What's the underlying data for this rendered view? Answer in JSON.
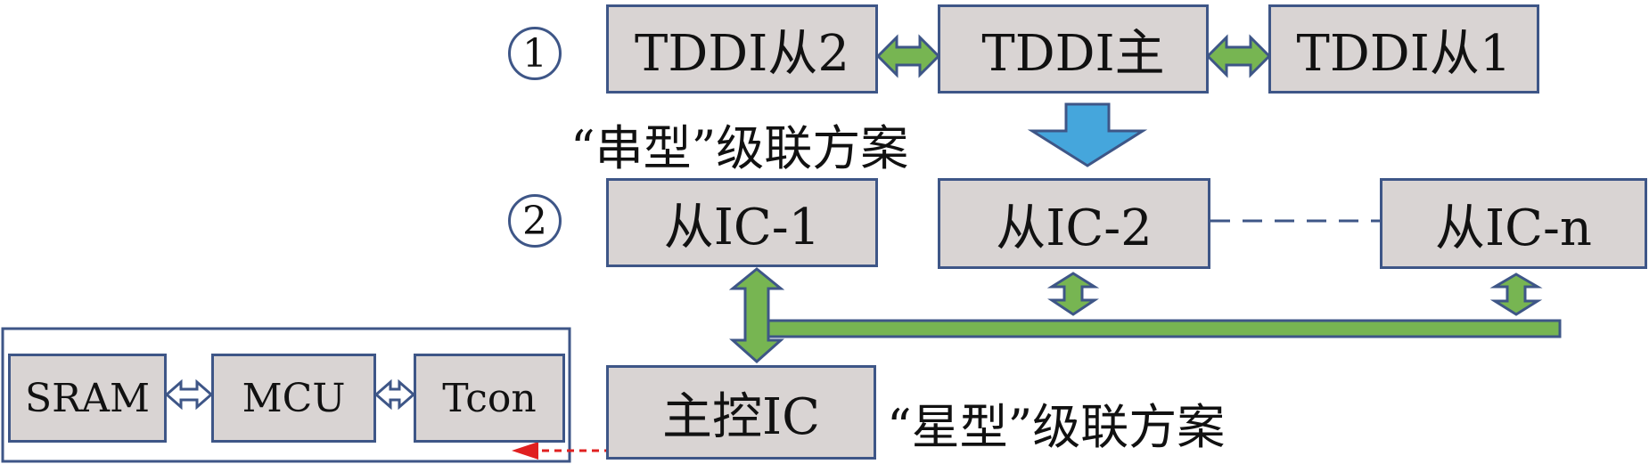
{
  "serial": {
    "marker": "1",
    "boxes": [
      "TDDI从2",
      "TDDI主",
      "TDDI从1"
    ],
    "caption": "“串型”级联方案"
  },
  "star": {
    "marker": "2",
    "slaves": [
      "从IC-1",
      "从IC-2",
      "从IC-n"
    ],
    "master": "主控IC",
    "caption": "“星型”级联方案"
  },
  "controller": {
    "blocks": [
      "SRAM",
      "MCU",
      "Tcon"
    ]
  },
  "colors": {
    "box_fill": "#d9d4d3",
    "box_border": "#3e5687",
    "arrow_green": "#77b552",
    "arrow_blue": "#45a6dc",
    "dashed_red": "#e02020"
  }
}
